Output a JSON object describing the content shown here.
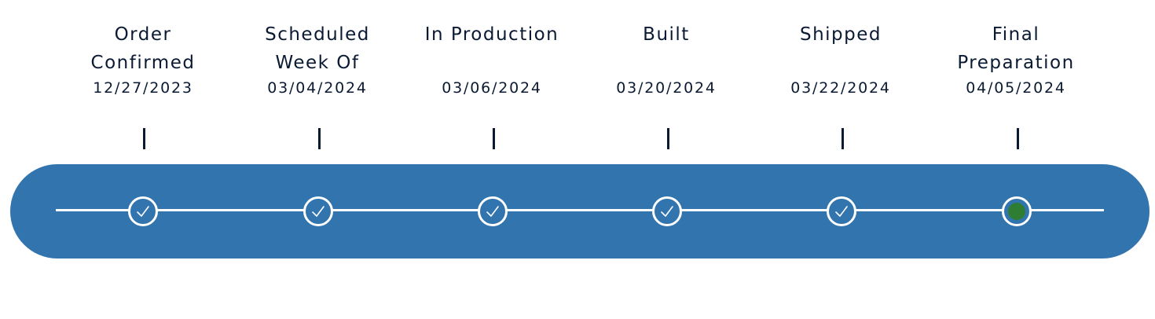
{
  "timeline": {
    "colors": {
      "track": "#3274ae",
      "text": "#0b1a33",
      "current": "#2e7d32",
      "rail": "#ffffff"
    },
    "steps": [
      {
        "name": "Order\nConfirmed",
        "date": "12/27/2023",
        "status": "complete",
        "icon": "check-icon"
      },
      {
        "name": "Scheduled\nWeek Of",
        "date": "03/04/2024",
        "status": "complete",
        "icon": "check-icon"
      },
      {
        "name": "In Production",
        "date": "03/06/2024",
        "status": "complete",
        "icon": "check-icon"
      },
      {
        "name": "Built",
        "date": "03/20/2024",
        "status": "complete",
        "icon": "check-icon"
      },
      {
        "name": "Shipped",
        "date": "03/22/2024",
        "status": "complete",
        "icon": "check-icon"
      },
      {
        "name": "Final\nPreparation",
        "date": "04/05/2024",
        "status": "current",
        "icon": "current-dot-icon"
      }
    ]
  }
}
